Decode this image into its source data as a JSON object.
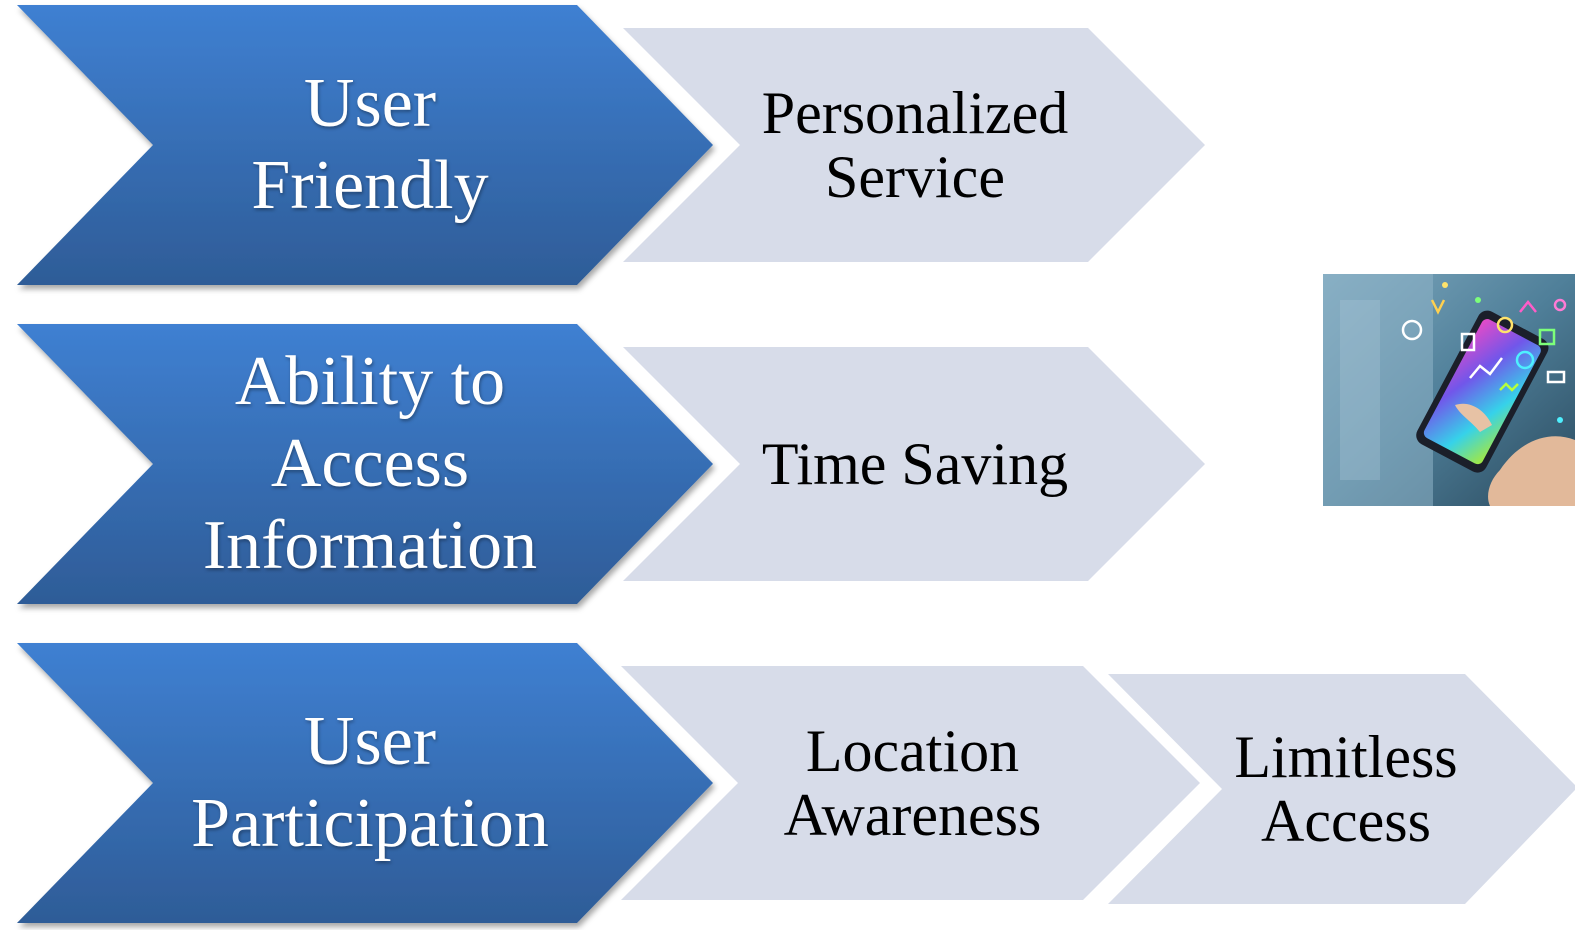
{
  "rows": [
    {
      "main": {
        "lines": [
          "User",
          "Friendly"
        ]
      },
      "items": [
        {
          "lines": [
            "Personalized",
            "Service"
          ]
        }
      ]
    },
    {
      "main": {
        "lines": [
          "Ability to",
          "Access",
          "Information"
        ]
      },
      "items": [
        {
          "lines": [
            "Time Saving"
          ]
        }
      ]
    },
    {
      "main": {
        "lines": [
          "User",
          "Participation"
        ]
      },
      "items": [
        {
          "lines": [
            "Location",
            "Awareness"
          ]
        },
        {
          "lines": [
            "Limitless",
            "Access"
          ]
        }
      ]
    }
  ],
  "image": {
    "name": "smartphone-apps-photo",
    "description_icon": "hand-holding-phone-with-app-icons"
  },
  "colors": {
    "primary_top": "#3f7fd0",
    "primary_bottom": "#2f5e9a",
    "secondary_fill": "#d7dce9"
  }
}
